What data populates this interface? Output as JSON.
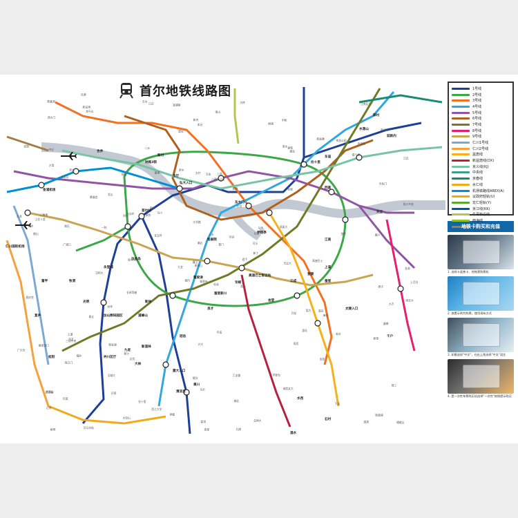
{
  "title": "首尔地铁线路图",
  "legend": [
    {
      "label": "1号线",
      "color": "#1d3f95"
    },
    {
      "label": "2号线",
      "color": "#3aa847"
    },
    {
      "label": "3号线",
      "color": "#f37021"
    },
    {
      "label": "4号线",
      "color": "#2fa8df"
    },
    {
      "label": "5号线",
      "color": "#9153a4"
    },
    {
      "label": "6号线",
      "color": "#b0601e"
    },
    {
      "label": "7号线",
      "color": "#6f7a27"
    },
    {
      "label": "8号线",
      "color": "#e51e6e"
    },
    {
      "label": "9号线",
      "color": "#c8a54e"
    },
    {
      "label": "仁川1号线",
      "color": "#7ca8d5"
    },
    {
      "label": "仁川2号线",
      "color": "#f5a13d"
    },
    {
      "label": "盆唐线",
      "color": "#f5b11a"
    },
    {
      "label": "新盆唐线(DX)",
      "color": "#b7203c"
    },
    {
      "label": "京义线(KJ)",
      "color": "#77c4a3"
    },
    {
      "label": "中央线",
      "color": "#3b9e8c"
    },
    {
      "label": "京春线",
      "color": "#178c72"
    },
    {
      "label": "水仁线",
      "color": "#f2a91a"
    },
    {
      "label": "机场铁路线AREX(A)",
      "color": "#0090d2"
    },
    {
      "label": "议政府轻轨(U)",
      "color": "#fda600"
    },
    {
      "label": "龙仁轻轨(Y)",
      "color": "#56ab2e"
    },
    {
      "label": "京江线(KK)",
      "color": "#0054a6"
    },
    {
      "label": "牛耳新设线",
      "color": "#b7c452"
    },
    {
      "label": "西海线",
      "color": "#8fc31f"
    },
    {
      "label": "金浦线",
      "color": "#a17e46"
    }
  ],
  "ticket_section_title": "地铁卡购买和充值",
  "steps": [
    {
      "caption": "1. 选择卡类售卡、地铁票购票机"
    },
    {
      "caption": "2. 放置示例为购票，使用现有方式"
    },
    {
      "caption": "3. 如需选择\"中文\"，在右上角选择\"中文\"语言"
    },
    {
      "caption": "4. 是一次性车票购买机选择\"一次性\"按照提示购买"
    }
  ],
  "stations": {
    "major": [
      "金浦机场",
      "首尔站",
      "弘大入口",
      "东大门",
      "江南",
      "蚕室",
      "汝矣岛",
      "钟路3街",
      "高速巴士客运站",
      "往十里",
      "仁川国际机场",
      "市厅",
      "东庙",
      "新道林",
      "九老",
      "舍堂",
      "蚕室新川",
      "建大入口",
      "清凉里",
      "道峰山",
      "回基",
      "新村",
      "合井",
      "梨泰院",
      "狎鸥亭",
      "三成",
      "宣陵",
      "论岘",
      "良才",
      "鹭梁津",
      "永登浦",
      "新林",
      "冠岳",
      "衿川区厅",
      "光明",
      "富平",
      "桂阳",
      "果川",
      "水西",
      "复井",
      "牧洞",
      "加山数码园区",
      "大林",
      "驿村",
      "延新内",
      "水落山",
      "上溪",
      "太陵入口",
      "石村",
      "千户",
      "天王",
      "温水"
    ],
    "minor": [
      "仙岩",
      "北汉山",
      "奉化山",
      "逍遥山",
      "长岩",
      "忘忧",
      "中和",
      "上凤",
      "面牧",
      "君子",
      "龙马山",
      "峨嵯山",
      "广渡口",
      "江边",
      "城内",
      "松坡",
      "可乐市场",
      "文井",
      "长旨",
      "福井",
      "马川",
      "巨余",
      "开荣",
      "五金",
      "白石",
      "麻谷",
      "发山",
      "禾谷",
      "鹊山",
      "开花",
      "阳川乡校",
      "塘山",
      "鹭洋",
      "黑石",
      "铜雀",
      "新盆唐",
      "新沙",
      "清潭",
      "驿三",
      "道谷",
      "大峙",
      "鹤余",
      "一院",
      "寿西",
      "大母山",
      "九龙",
      "可乐",
      "梧琴",
      "马天",
      "新丁",
      "独立门",
      "光化门",
      "安国",
      "惠化",
      "诚信女大",
      "汉城大",
      "新设洞",
      "祭基洞",
      "乙支路",
      "忠武路",
      "南山",
      "淑大入口",
      "三角地",
      "龙山",
      "孝昌公园",
      "孔德",
      "麻浦",
      "望远",
      "上水",
      "广兴仓",
      "大兴",
      "西江大学",
      "梨大",
      "阿岘",
      "忠正路",
      "西大门",
      "景福宫",
      "昌庆宫",
      "大学路",
      "城北",
      "月谷",
      "石溪",
      "光云大",
      "道峰",
      "倉洞",
      "鹿川",
      "中溪",
      "下溪",
      "孔陵",
      "华郎台",
      "新内",
      "上月谷",
      "高丽大",
      "安岩",
      "普门",
      "新堂",
      "上往十里",
      "杏堂",
      "圣水",
      "纛岛",
      "汉阳大",
      "玉水",
      "金湖",
      "药水",
      "青丘",
      "新金湖",
      "往十里",
      "马场",
      "踏十里",
      "长汉坪",
      "君子",
      "中谷",
      "儿童大公园",
      "九宜",
      "江边",
      "蚕室渡口",
      "奉恩寺",
      "新论岘",
      "彦州",
      "宣靖陵",
      "三成中央",
      "江南区厅",
      "鹤洞",
      "盘浦",
      "高速巴士",
      "砂坪",
      "新盘浦",
      "铜雀",
      "舍堂",
      "方背",
      "内方",
      "总神大",
      "南太岭",
      "二水",
      "大方",
      "新丰",
      "长承拜基",
      "上道",
      "崇实大",
      "南城",
      "梨水",
      "黑石"
    ]
  }
}
